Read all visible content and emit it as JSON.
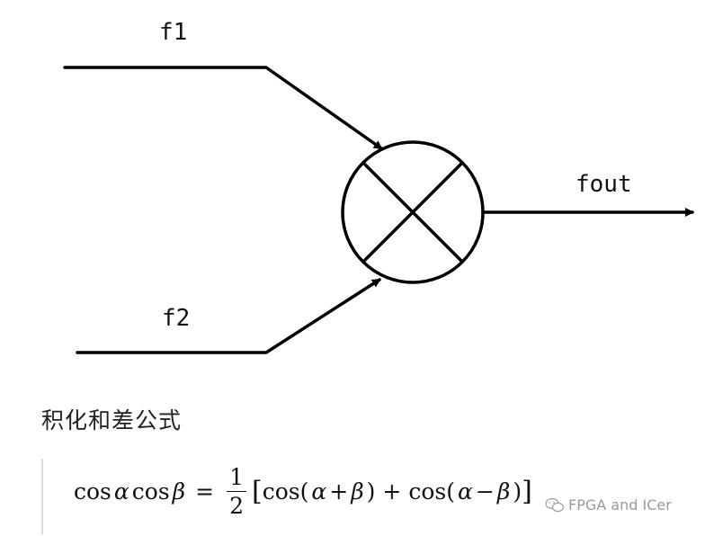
{
  "diagram": {
    "inputs": [
      {
        "label": "f1"
      },
      {
        "label": "f2"
      }
    ],
    "output": {
      "label": "fout"
    },
    "block": {
      "symbol": "multiply-circle-icon"
    }
  },
  "section_title": "积化和差公式",
  "formula": {
    "lhs_1": "cos",
    "lhs_var_1": "α",
    "lhs_2": "cos",
    "lhs_var_2": "β",
    "equals": "=",
    "frac_num": "1",
    "frac_den": "2",
    "open_bracket": "[",
    "term1_func": "cos",
    "term1_open": "(",
    "term1_a": "α",
    "term1_op": "+",
    "term1_b": "β",
    "term1_close": ")",
    "plus": "+",
    "term2_func": "cos",
    "term2_open": "(",
    "term2_a": "α",
    "term2_op": "−",
    "term2_b": "β",
    "term2_close": ")",
    "close_bracket": "]"
  },
  "watermark": {
    "text": "FPGA and ICer",
    "icon": "wechat-icon"
  }
}
